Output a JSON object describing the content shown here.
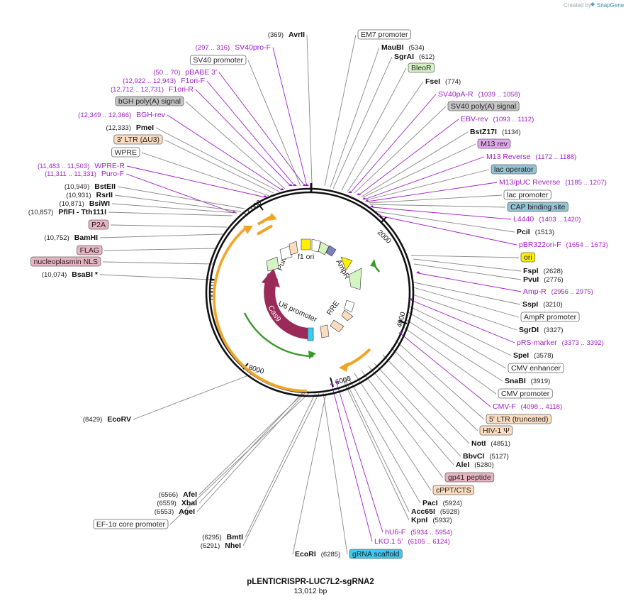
{
  "app": {
    "brand_prefix": "Created by",
    "brand_name": "SnapGene"
  },
  "plasmid": {
    "name": "pLENTICRISPR-LUC7L2-sgRNA2",
    "length_label": "13,012 bp"
  },
  "ticks": [
    "2000",
    "4000",
    "6000",
    "8000",
    "10,000",
    "12,000"
  ],
  "inner_labels": [
    "f1 ori",
    "PuroR",
    "AmpR",
    "U6 promoter",
    "RRE",
    "Cas9"
  ],
  "labels": [
    {
      "kind": "enzyme",
      "name": "AvrII",
      "pos": "(369)"
    },
    {
      "kind": "feature",
      "name": "EM7 promoter",
      "fill": "#ffffff"
    },
    {
      "kind": "primer",
      "name": "SV40pro-F",
      "pos": "(297 .. 316)"
    },
    {
      "kind": "enzyme",
      "name": "MauBI",
      "pos": "(534)"
    },
    {
      "kind": "enzyme",
      "name": "SgrAI",
      "pos": "(612)"
    },
    {
      "kind": "feature",
      "name": "SV40 promoter",
      "fill": "#ffffff"
    },
    {
      "kind": "feature",
      "name": "BleoR",
      "fill": "#d4f4c4"
    },
    {
      "kind": "primer",
      "name": "pBABE 3'",
      "pos": "(50 .. 70)"
    },
    {
      "kind": "primer",
      "name": "F1ori-F",
      "pos": "(12,922 .. 12,943)"
    },
    {
      "kind": "enzyme",
      "name": "FseI",
      "pos": "(774)"
    },
    {
      "kind": "primer",
      "name": "F1ori-R",
      "pos": "(12,712 .. 12,731)"
    },
    {
      "kind": "primer",
      "name": "SV40pA-R",
      "pos": "(1039 .. 1058)"
    },
    {
      "kind": "feature",
      "name": "bGH poly(A) signal",
      "fill": "#c4c4c4"
    },
    {
      "kind": "feature",
      "name": "SV40 poly(A) signal",
      "fill": "#c4c4c4"
    },
    {
      "kind": "primer",
      "name": "BGH-rev",
      "pos": "(12,349 .. 12,366)"
    },
    {
      "kind": "primer",
      "name": "EBV-rev",
      "pos": "(1093 .. 1112)"
    },
    {
      "kind": "enzyme",
      "name": "PmeI",
      "pos": "(12,333)"
    },
    {
      "kind": "enzyme",
      "name": "BstZ17I",
      "pos": "(1134)"
    },
    {
      "kind": "feature",
      "name": "3' LTR (ΔU3)",
      "fill": "#fbdcc0"
    },
    {
      "kind": "feature",
      "name": "M13 rev",
      "fill": "#e2a6ee"
    },
    {
      "kind": "feature",
      "name": "WPRE",
      "fill": "#ffffff"
    },
    {
      "kind": "primer",
      "name": "M13 Reverse",
      "pos": "(1172 .. 1188)"
    },
    {
      "kind": "primer",
      "name": "WPRE-R",
      "pos": "(11,483 .. 11,503)"
    },
    {
      "kind": "feature",
      "name": "lac operator",
      "fill": "#93c4d4"
    },
    {
      "kind": "primer",
      "name": "Puro-F",
      "pos": "(11,311 .. 11,331)"
    },
    {
      "kind": "primer",
      "name": "M13/pUC Reverse",
      "pos": "(1185 .. 1207)"
    },
    {
      "kind": "enzyme",
      "name": "BstEII",
      "pos": "(10,949)"
    },
    {
      "kind": "feature",
      "name": "lac promoter",
      "fill": "#ffffff"
    },
    {
      "kind": "enzyme",
      "name": "RsrII",
      "pos": "(10,931)"
    },
    {
      "kind": "enzyme",
      "name": "BsiWI",
      "pos": "(10,871)"
    },
    {
      "kind": "feature",
      "name": "CAP binding site",
      "fill": "#93c4d4"
    },
    {
      "kind": "enzyme",
      "name": "PflFI - Tth111I",
      "pos": "(10,857)"
    },
    {
      "kind": "primer",
      "name": "L4440",
      "pos": "(1403 .. 1420)"
    },
    {
      "kind": "feature",
      "name": "P2A",
      "fill": "#e8b4c4"
    },
    {
      "kind": "enzyme",
      "name": "PciI",
      "pos": "(1513)"
    },
    {
      "kind": "enzyme",
      "name": "BamHI",
      "pos": "(10,752)"
    },
    {
      "kind": "primer",
      "name": "pBR322ori-F",
      "pos": "(1654 .. 1673)"
    },
    {
      "kind": "feature",
      "name": "FLAG",
      "fill": "#e8b4c4"
    },
    {
      "kind": "feature",
      "name": "ori",
      "fill": "#fff000"
    },
    {
      "kind": "feature",
      "name": "nucleoplasmin NLS",
      "fill": "#e8b4c4"
    },
    {
      "kind": "enzyme",
      "name": "FspI",
      "pos": "(2628)"
    },
    {
      "kind": "enzyme",
      "name": "BsaBI *",
      "pos": "(10,074)"
    },
    {
      "kind": "enzyme",
      "name": "PvuI",
      "pos": "(2776)"
    },
    {
      "kind": "primer",
      "name": "Amp-R",
      "pos": "(2956 .. 2975)"
    },
    {
      "kind": "enzyme",
      "name": "SspI",
      "pos": "(3210)"
    },
    {
      "kind": "feature",
      "name": "AmpR promoter",
      "fill": "#ffffff"
    },
    {
      "kind": "enzyme",
      "name": "SgrDI",
      "pos": "(3327)"
    },
    {
      "kind": "primer",
      "name": "pRS-marker",
      "pos": "(3373 .. 3392)"
    },
    {
      "kind": "enzyme",
      "name": "SpeI",
      "pos": "(3578)"
    },
    {
      "kind": "feature",
      "name": "CMV enhancer",
      "fill": "#ffffff"
    },
    {
      "kind": "enzyme",
      "name": "SnaBI",
      "pos": "(3919)"
    },
    {
      "kind": "feature",
      "name": "CMV promoter",
      "fill": "#ffffff"
    },
    {
      "kind": "primer",
      "name": "CMV-F",
      "pos": "(4098 .. 4118)"
    },
    {
      "kind": "feature",
      "name": "5' LTR (truncated)",
      "fill": "#fbdcc0"
    },
    {
      "kind": "feature",
      "name": "HIV-1 Ψ",
      "fill": "#fbdcc0"
    },
    {
      "kind": "enzyme",
      "name": "EcoRV",
      "pos": "(8429)"
    },
    {
      "kind": "enzyme",
      "name": "NotI",
      "pos": "(4851)"
    },
    {
      "kind": "enzyme",
      "name": "BbvCI",
      "pos": "(5127)"
    },
    {
      "kind": "enzyme",
      "name": "AleI",
      "pos": "(5280)"
    },
    {
      "kind": "feature",
      "name": "gp41 peptide",
      "fill": "#e8b4c4"
    },
    {
      "kind": "feature",
      "name": "cPPT/CTS",
      "fill": "#fbdcc0"
    },
    {
      "kind": "enzyme",
      "name": "AfeI",
      "pos": "(6566)"
    },
    {
      "kind": "enzyme",
      "name": "XbaI",
      "pos": "(6559)"
    },
    {
      "kind": "enzyme",
      "name": "PacI",
      "pos": "(5924)"
    },
    {
      "kind": "enzyme",
      "name": "AgeI",
      "pos": "(6553)"
    },
    {
      "kind": "enzyme",
      "name": "Acc65I",
      "pos": "(5928)"
    },
    {
      "kind": "enzyme",
      "name": "KpnI",
      "pos": "(5932)"
    },
    {
      "kind": "feature",
      "name": "EF-1α core promoter",
      "fill": "#ffffff"
    },
    {
      "kind": "primer",
      "name": "hU6-F",
      "pos": "(5934 .. 5954)"
    },
    {
      "kind": "enzyme",
      "name": "BmtI",
      "pos": "(6295)"
    },
    {
      "kind": "primer",
      "name": "LKO.1 5'",
      "pos": "(6105 .. 6124)"
    },
    {
      "kind": "enzyme",
      "name": "NheI",
      "pos": "(6291)"
    },
    {
      "kind": "enzyme",
      "name": "EcoRI",
      "pos": "(6285)"
    },
    {
      "kind": "feature",
      "name": "gRNA scaffold",
      "fill": "#3ec9f0"
    }
  ]
}
